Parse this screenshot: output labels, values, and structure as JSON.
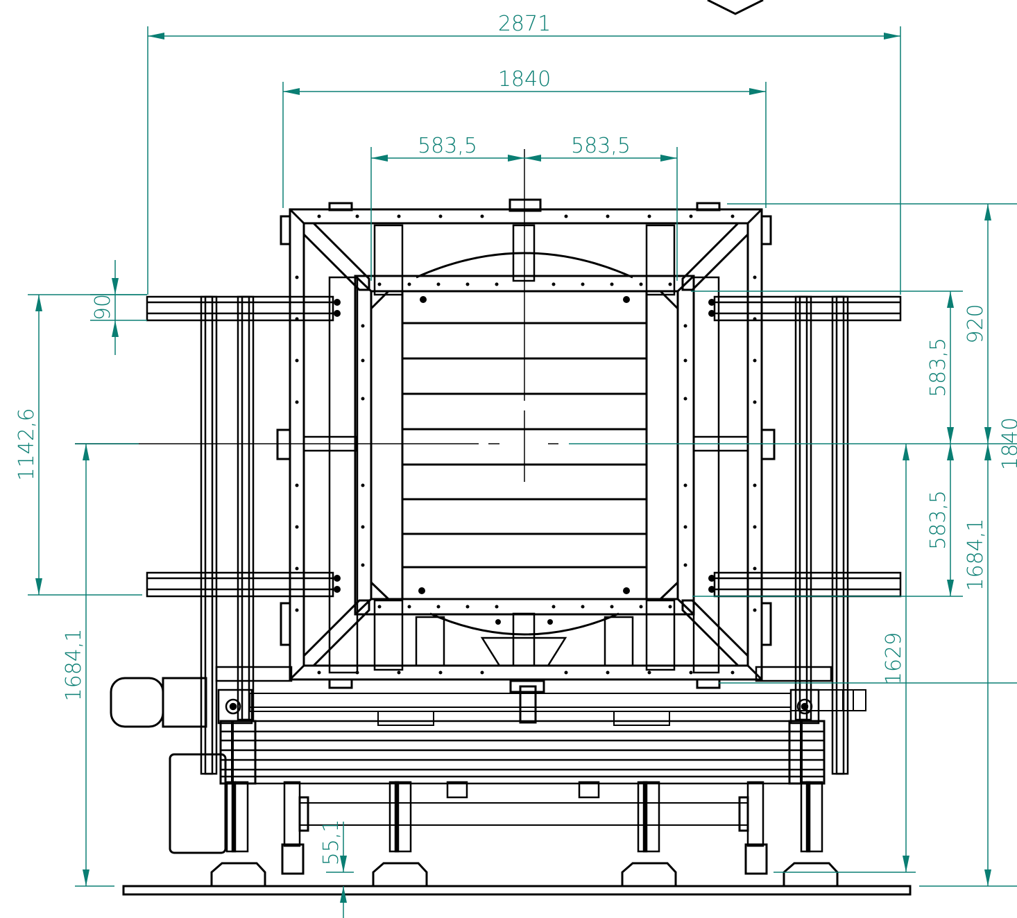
{
  "drawing": {
    "colors": {
      "line": "#000000",
      "dimension": "#0a7e73",
      "background": "#ffffff"
    },
    "dimensions": {
      "overall_width": "2871",
      "frame_width": "1840",
      "half_left": "583,5",
      "half_right": "583,5",
      "small_offset": "90",
      "rail_span": "1142,6",
      "left_height": "1684,1",
      "foot_height": "55,1",
      "right_upper_half": "583,5",
      "right_lower_half": "583,5",
      "right_top": "920",
      "right_total": "1840",
      "right_height": "1684,1",
      "inner_height": "1629"
    }
  }
}
